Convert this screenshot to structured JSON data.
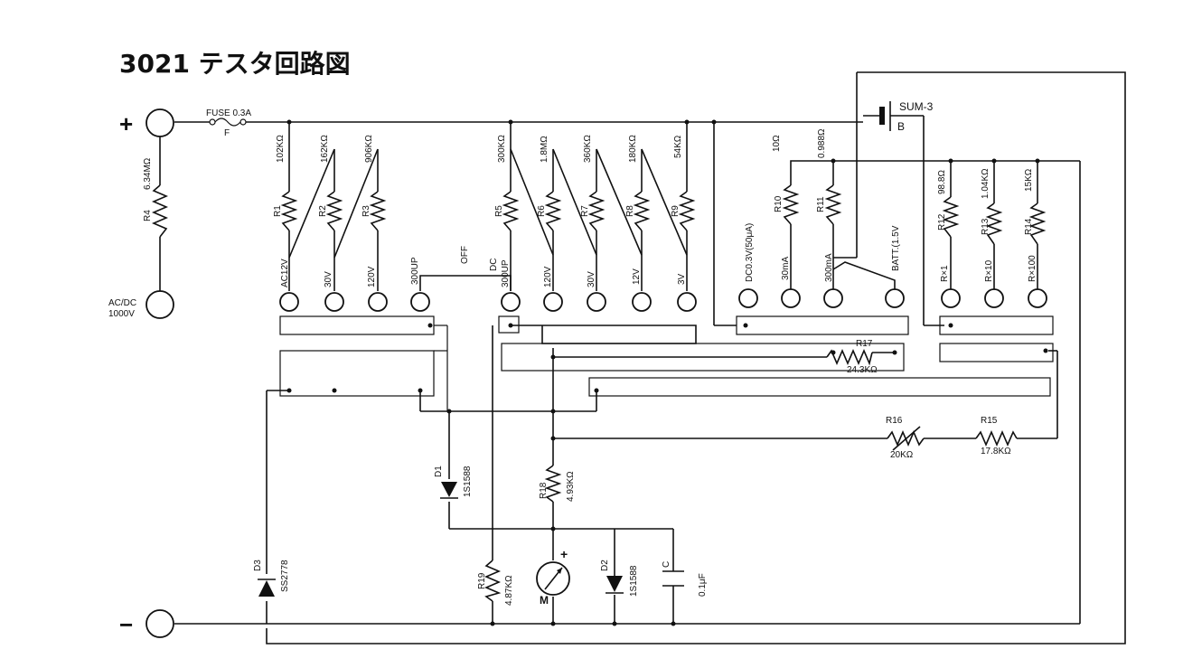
{
  "title": "3021 テスタ回路図",
  "terminals": {
    "plus_sign": "+",
    "minus_sign": "−",
    "acdc_line1": "AC/DC",
    "acdc_line2": "1000V"
  },
  "fuse": {
    "label": "FUSE 0.3A",
    "ref": "F"
  },
  "switch": {
    "label": "SUM-3",
    "ref": "B"
  },
  "resistors": {
    "R1": {
      "ref": "R1",
      "value": "102KΩ"
    },
    "R2": {
      "ref": "R2",
      "value": "162KΩ"
    },
    "R3": {
      "ref": "R3",
      "value": "906KΩ"
    },
    "R4": {
      "ref": "R4",
      "value": "6.34MΩ"
    },
    "R5": {
      "ref": "R5",
      "value": "300KΩ"
    },
    "R6": {
      "ref": "R6",
      "value": "1.8MΩ"
    },
    "R7": {
      "ref": "R7",
      "value": "360KΩ"
    },
    "R8": {
      "ref": "R8",
      "value": "180KΩ"
    },
    "R9": {
      "ref": "R9",
      "value": "54KΩ"
    },
    "R10": {
      "ref": "R10",
      "value": "10Ω"
    },
    "R11": {
      "ref": "R11",
      "value": "0.988Ω"
    },
    "R12": {
      "ref": "R12",
      "value": "98.8Ω"
    },
    "R13": {
      "ref": "R13",
      "value": "1.04KΩ"
    },
    "R14": {
      "ref": "R14",
      "value": "15KΩ"
    },
    "R15": {
      "ref": "R15",
      "value": "17.8KΩ"
    },
    "R16": {
      "ref": "R16",
      "value": "20KΩ"
    },
    "R17": {
      "ref": "R17",
      "value": "24.3KΩ"
    },
    "R18": {
      "ref": "R18",
      "value": "4.93KΩ"
    },
    "R19": {
      "ref": "R19",
      "value": "4.87KΩ"
    }
  },
  "ranges": {
    "acv12": "AC12V",
    "v30": "30V",
    "v120a": "120V",
    "up300a": "300UP",
    "off": "OFF",
    "dc": "DC",
    "up300b": "300UP",
    "v120b": "120V",
    "v30b": "30V",
    "v12": "12V",
    "v3": "3V",
    "dc03": "DC0.3V(50μA)",
    "ma30": "30mA",
    "ma300": "300mA",
    "batt": "BATT.(1.5V",
    "rx1": "R×1",
    "rx10": "R×10",
    "rx100": "R×100"
  },
  "diodes": {
    "D1": {
      "ref": "D1",
      "part": "1S1588"
    },
    "D2": {
      "ref": "D2",
      "part": "1S1588"
    },
    "D3": {
      "ref": "D3",
      "part": "SS2778"
    }
  },
  "capacitor": {
    "ref": "C",
    "value": "0.1μF"
  },
  "meter": {
    "ref": "M",
    "polarity": "+"
  }
}
